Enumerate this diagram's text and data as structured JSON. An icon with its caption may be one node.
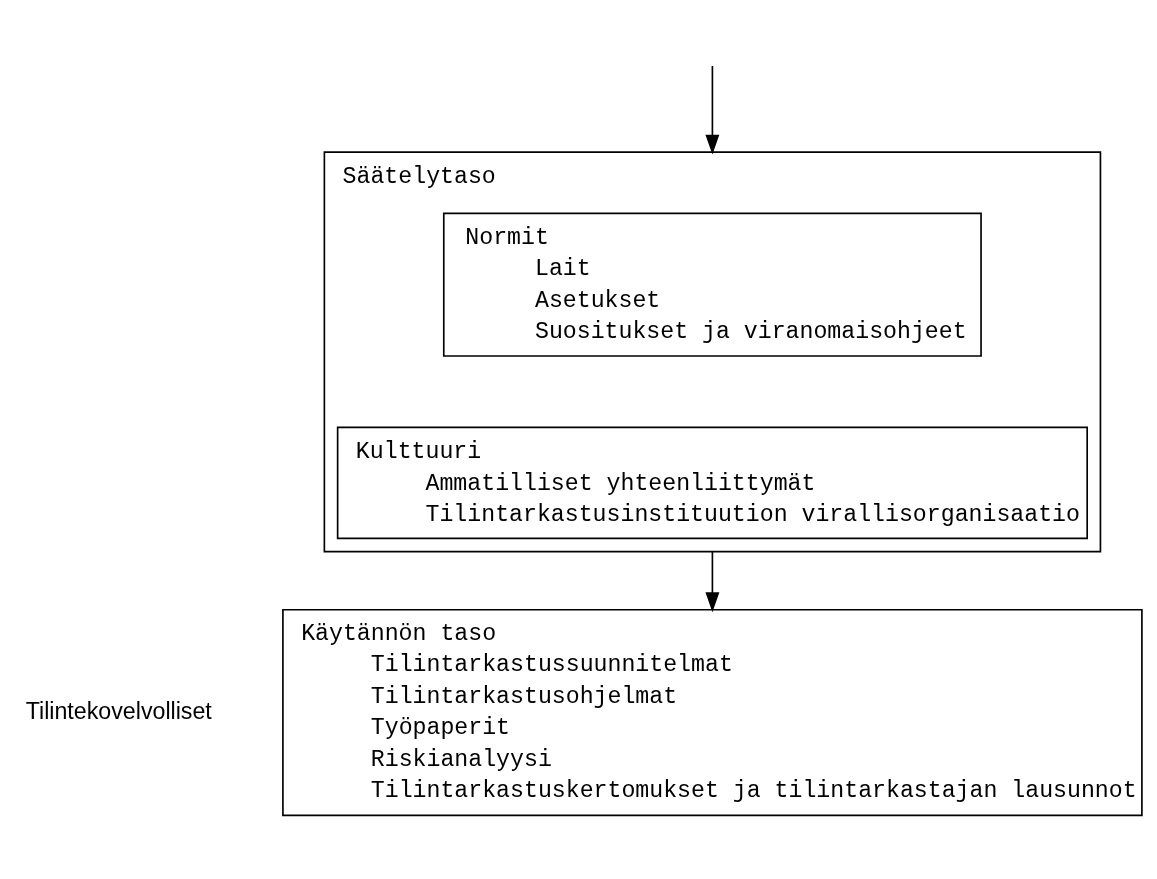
{
  "diagram": {
    "nodes": [
      {
        "text": [
          "Säätelytaso"
        ]
      },
      {
        "text": [
          "Normit",
          "Lait",
          "Asetukset",
          "Suositukset ja viranomaisohjeet"
        ],
        "in": 0
      },
      {
        "text": [
          "Kulttuuri",
          "Ammatilliset yhteenliittymät",
          "Tilintarkastusinstituution virallisorganisaatio"
        ],
        "in": 0
      },
      {
        "text": [
          "Käytännön taso",
          "Tilintarkastussuunnitelmat",
          "Tilintarkastusohjelmat",
          "Työpaperit",
          "Riskianalyysi",
          "Tilintarkastuskertomukset ja tilintarkastajan lausunnot"
        ]
      }
    ],
    "edges": [
      {
        "from": null,
        "to": 0,
        "arrow": "to"
      },
      {
        "from": 0,
        "to": 3,
        "arrow": "to"
      }
    ],
    "labels": [
      "Tilintekovelvolliset"
    ]
  }
}
